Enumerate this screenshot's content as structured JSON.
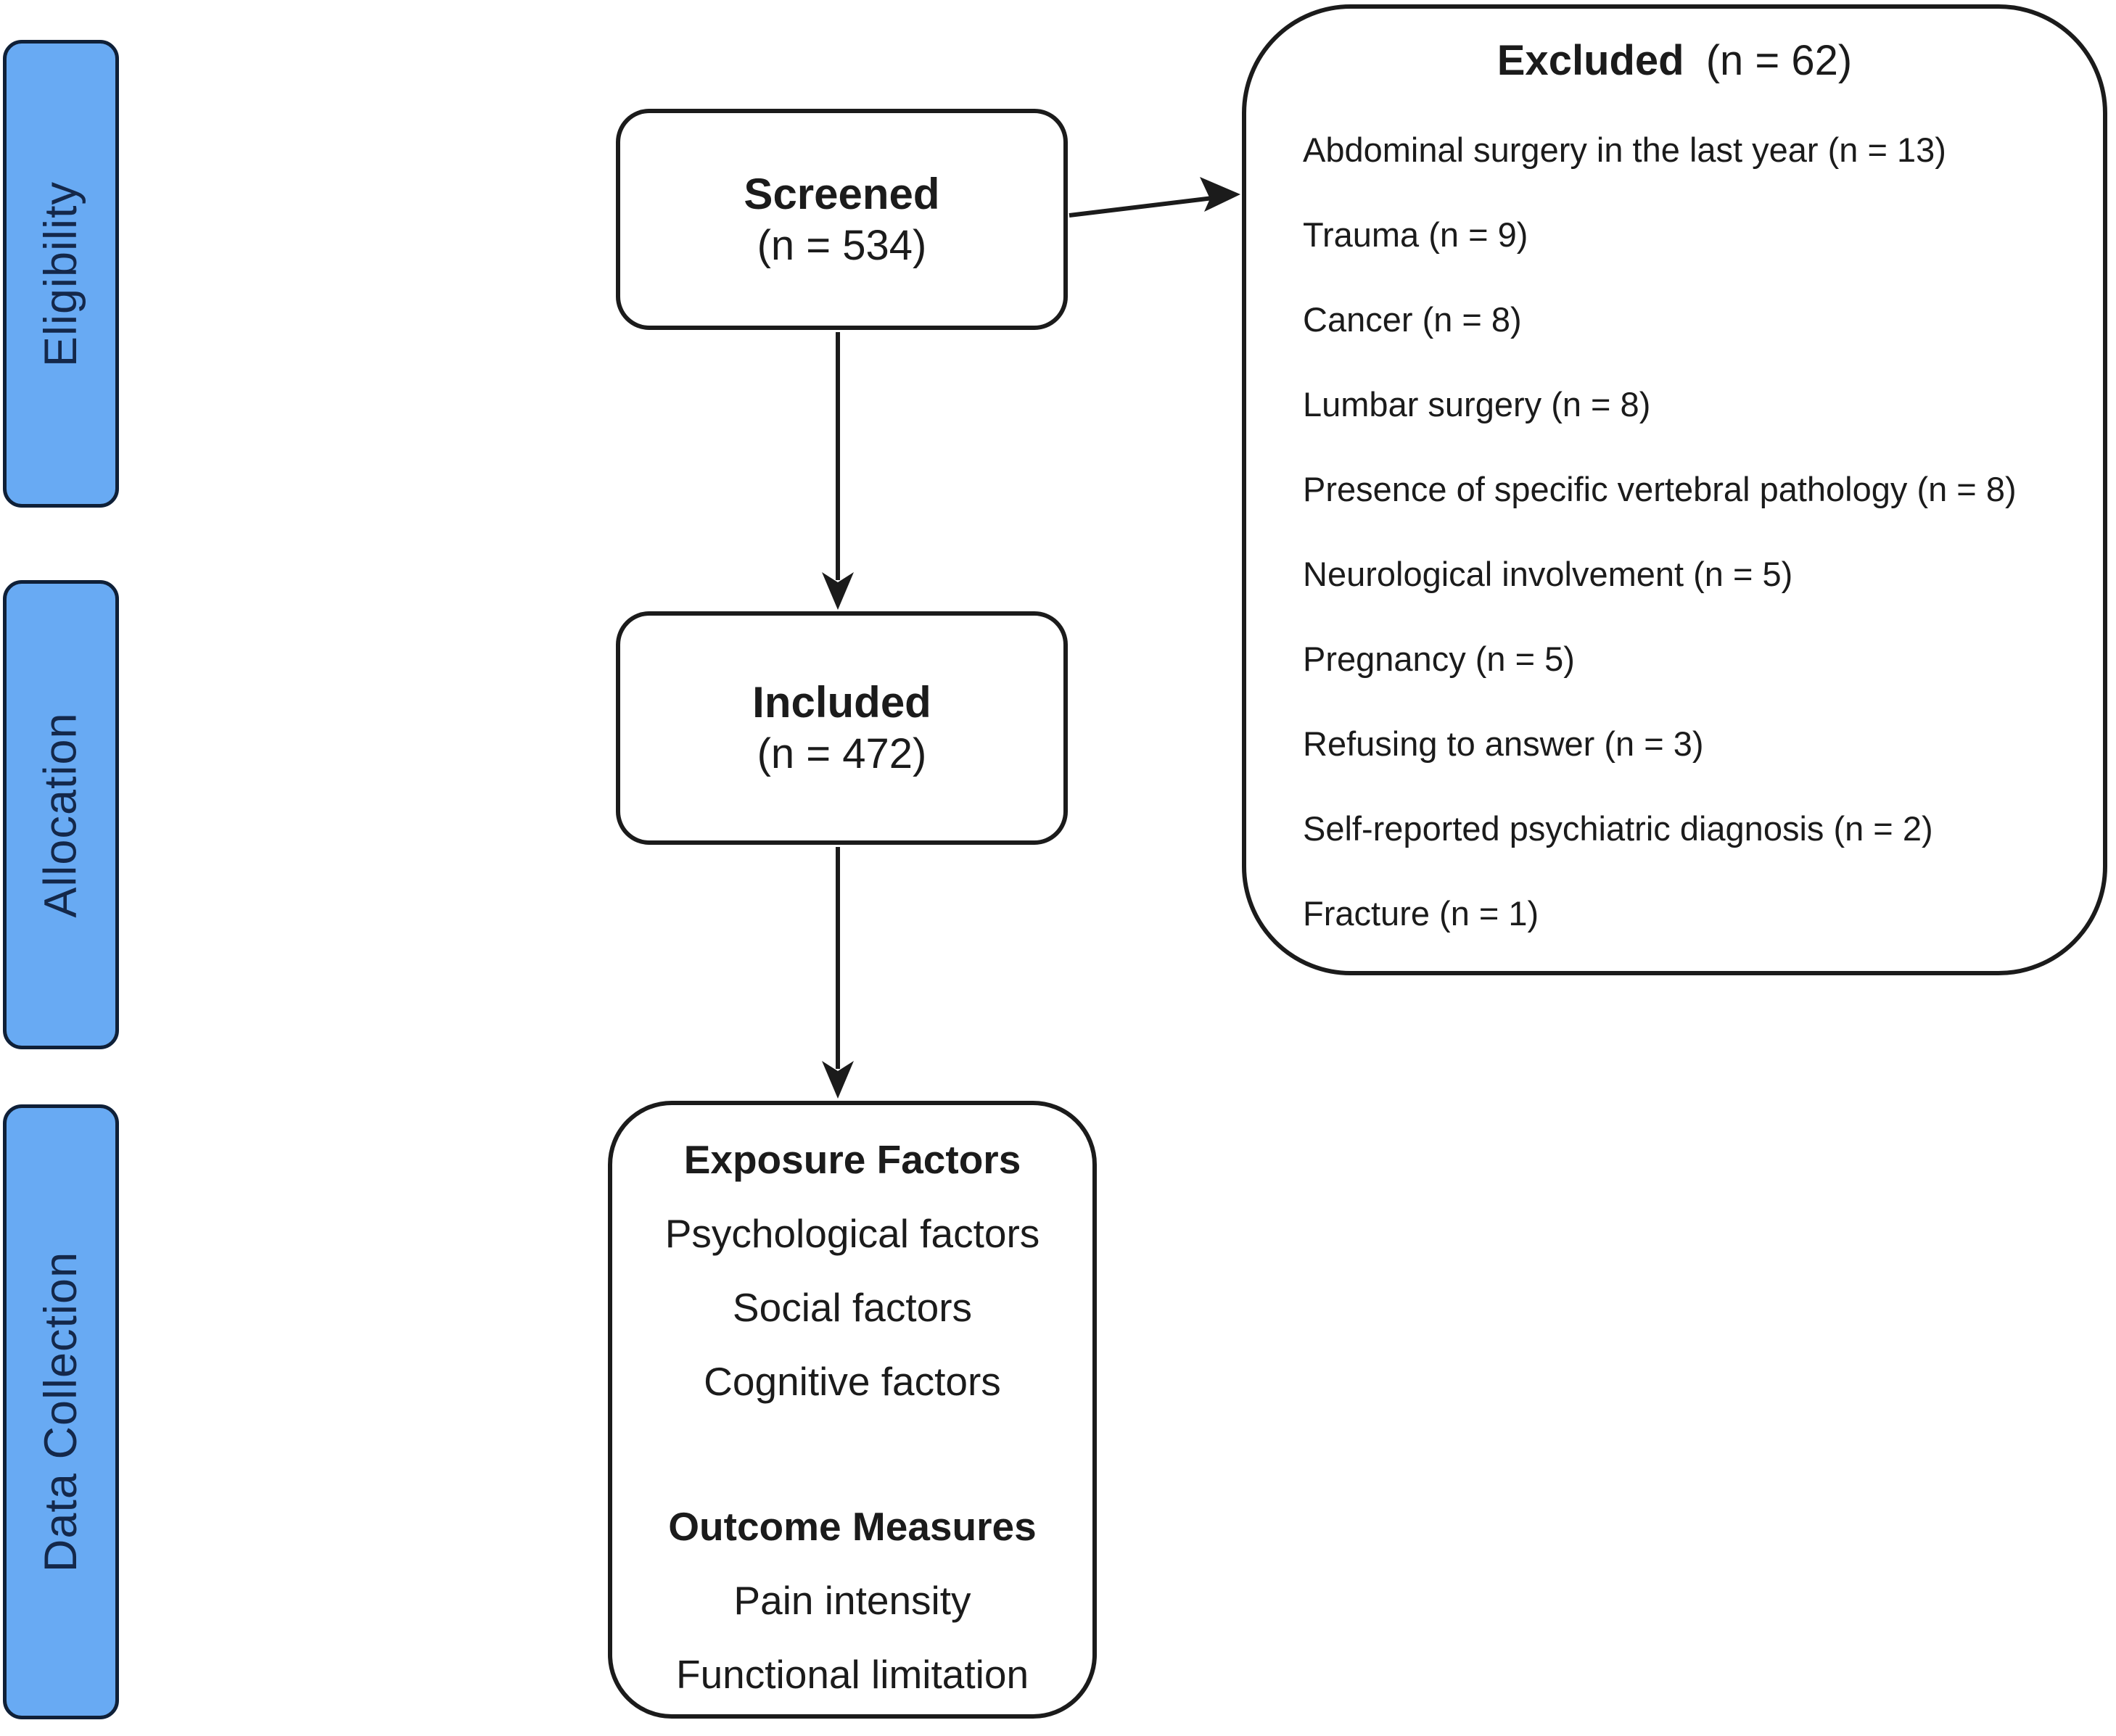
{
  "sidebar": {
    "stages": [
      {
        "label": "Eligibility"
      },
      {
        "label": "Allocation"
      },
      {
        "label": "Data Collection"
      }
    ]
  },
  "flow": {
    "screened": {
      "title": "Screened",
      "count": "(n = 534)"
    },
    "included": {
      "title": "Included",
      "count": "(n = 472)"
    },
    "excluded": {
      "title": "Excluded",
      "count": "(n = 62)",
      "reasons": [
        "Abdominal surgery in the last year (n = 13)",
        "Trauma (n = 9)",
        "Cancer (n = 8)",
        "Lumbar surgery (n = 8)",
        "Presence of specific vertebral pathology (n = 8)",
        "Neurological involvement (n = 5)",
        "Pregnancy (n = 5)",
        "Refusing to answer (n = 3)",
        "Self-reported psychiatric diagnosis (n = 2)",
        "Fracture (n = 1)"
      ]
    },
    "data_collection_box": {
      "sections": [
        {
          "heading": "Exposure Factors",
          "items": [
            "Psychological factors",
            "Social factors",
            "Cognitive factors"
          ]
        },
        {
          "heading": "Outcome Measures",
          "items": [
            "Pain intensity",
            "Functional limitation"
          ]
        }
      ]
    }
  },
  "colors": {
    "stage_fill": "#68aaf3",
    "stage_border": "#0f2038",
    "stage_text": "#14284a",
    "line": "#1b1b1b",
    "background": "#ffffff"
  }
}
